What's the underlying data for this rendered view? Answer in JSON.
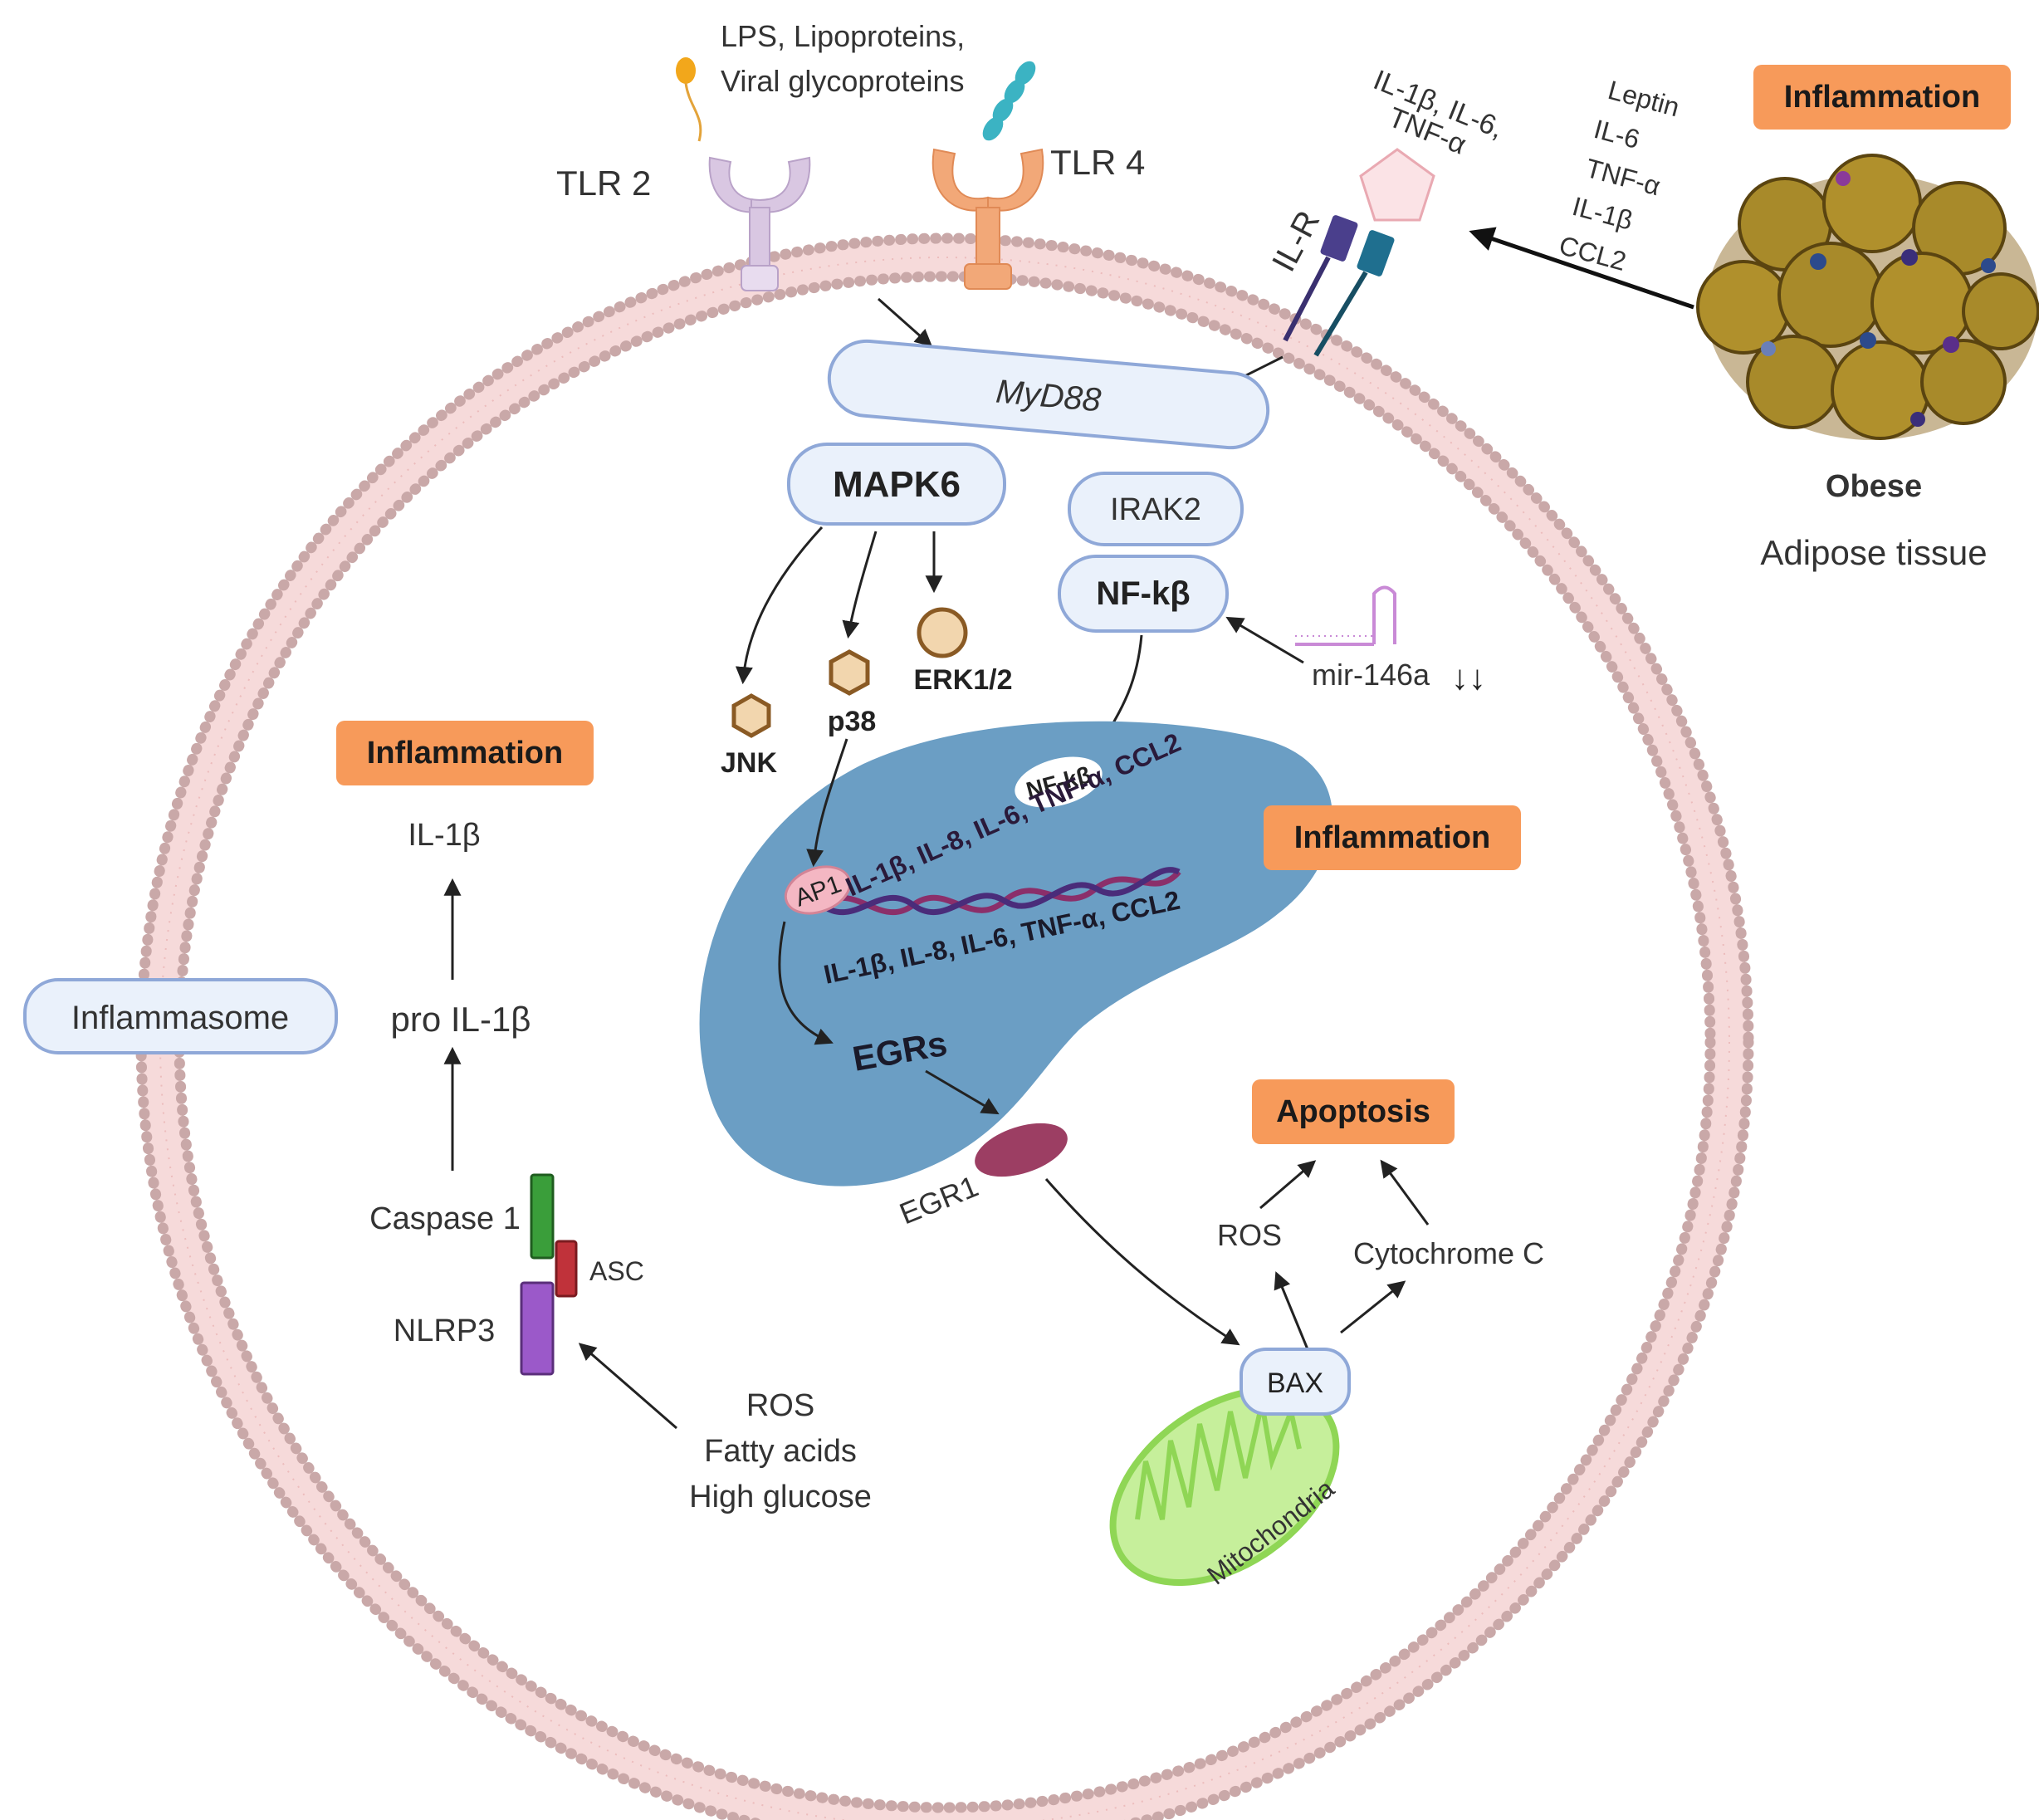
{
  "ligands": {
    "line1": "LPS, Lipoproteins,",
    "line2": "Viral glycoproteins"
  },
  "receptors": {
    "tlr2": "TLR 2",
    "tlr4": "TLR 4",
    "ilr": "IL-R",
    "cytokines_line1": "IL-1β, IL-6,",
    "cytokines_line2": "TNF-α"
  },
  "adipose": {
    "badge": "Inflammation",
    "secreted": [
      "Leptin",
      "IL-6",
      "TNF-α",
      "IL-1β",
      "CCL2"
    ],
    "label_line1": "Obese",
    "label_line2": "Adipose tissue"
  },
  "signaling": {
    "myd88": "MyD88",
    "mapk6": "MAPK6",
    "irak2": "IRAK2",
    "nfkb": "NF-kβ",
    "jnk": "JNK",
    "p38": "p38",
    "erk": "ERK1/2",
    "mirna": "mir-146a",
    "mirna_arrows": "↓↓"
  },
  "nucleus": {
    "ap1": "AP1",
    "nfkb_tag": "NF-kβ",
    "genes_upper": "IL-1β, IL-8, IL-6, TNF-α, CCL2",
    "genes_lower": "IL-1β, IL-8, IL-6, TNF-α, CCL2",
    "egrs": "EGRs",
    "badge": "Inflammation"
  },
  "apoptosis": {
    "egr1": "EGR1",
    "badge": "Apoptosis",
    "ros": "ROS",
    "cytochrome": "Cytochrome C",
    "bax": "BAX",
    "mitochondria": "Mitochondria"
  },
  "inflammasome": {
    "title": "Inflammasome",
    "badge": "Inflammation",
    "il1b": "IL-1β",
    "pro_il1b": "pro IL-1β",
    "caspase": "Caspase 1",
    "asc": "ASC",
    "nlrp3": "NLRP3",
    "triggers": [
      "ROS",
      "Fatty acids",
      "High glucose"
    ]
  },
  "colors": {
    "badge": "#f79a5a",
    "pill_fill": "#eaf1fb",
    "pill_stroke": "#8fa8d8",
    "nucleus": "#6b9ec4",
    "membrane_bead": "#c9a8a8",
    "adipocyte": "#a88a2a",
    "mitochondria": "#8fd655"
  }
}
